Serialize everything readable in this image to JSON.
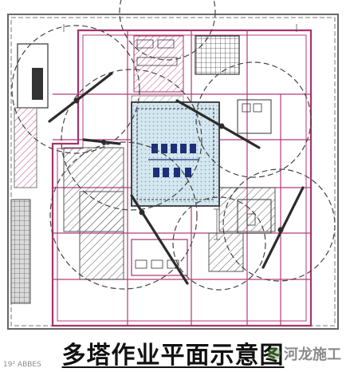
{
  "caption": "多塔作业平面示意图",
  "watermark": {
    "brand": "河龙施工",
    "small": "19² ABBES"
  },
  "colors": {
    "building_line": "#a8326a",
    "grid_line": "#b53a7a",
    "crane_arc": "#444444",
    "boom": "#2c2c2c",
    "hatch": "#555555",
    "core_fill": "#cfe4ef",
    "core_text": "#1e2f78",
    "site_line": "#666666",
    "logo": "#6aa84f"
  },
  "icons": [
    "tower-crane-icon",
    "site-boundary-icon",
    "logo-icon"
  ]
}
